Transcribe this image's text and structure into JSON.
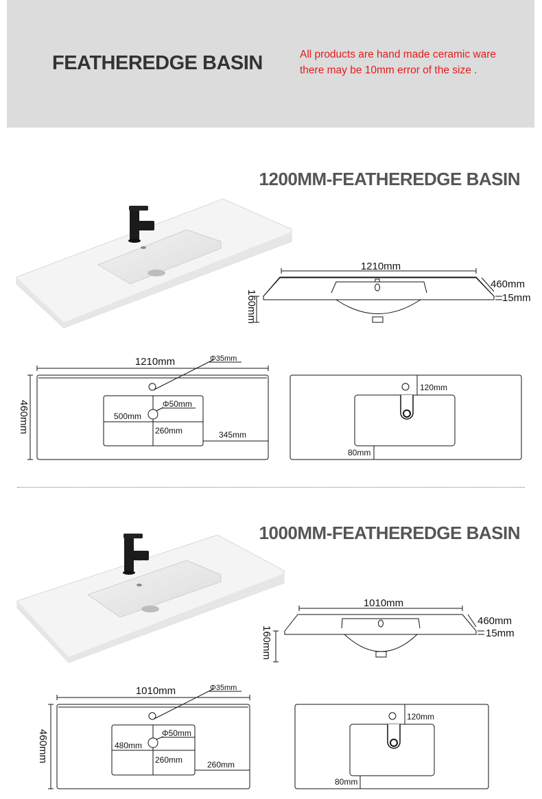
{
  "header": {
    "title": "FEATHEREDGE BASIN",
    "note_line1": "All products are hand made ceramic ware",
    "note_line2": "there may be 10mm error of the size ."
  },
  "sections": [
    {
      "title": "1200MM-FEATHEREDGE BASIN",
      "side_view": {
        "width": "1210mm",
        "depth": "460mm",
        "edge": "15mm",
        "height": "160mm"
      },
      "top_view": {
        "width": "1210mm",
        "depth": "460mm",
        "tap_hole": "Φ35mm",
        "waste_hole": "Φ50mm",
        "bowl_width": "500mm",
        "bowl_half_depth": "260mm",
        "offset": "345mm"
      },
      "back_view": {
        "tap_offset": "120mm",
        "front_margin": "80mm"
      }
    },
    {
      "title": "1000MM-FEATHEREDGE BASIN",
      "side_view": {
        "width": "1010mm",
        "depth": "460mm",
        "edge": "15mm",
        "height": "160mm"
      },
      "top_view": {
        "width": "1010mm",
        "depth": "460mm",
        "tap_hole": "Φ35mm",
        "waste_hole": "Φ50mm",
        "bowl_width": "480mm",
        "bowl_half_depth": "260mm",
        "offset": "260mm"
      },
      "back_view": {
        "tap_offset": "120mm",
        "front_margin": "80mm"
      }
    }
  ]
}
